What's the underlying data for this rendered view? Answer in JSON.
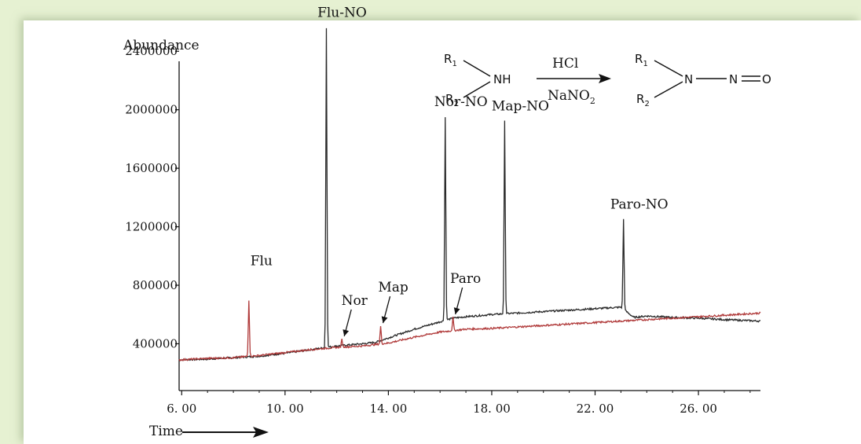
{
  "chart_data": {
    "type": "line",
    "ylabel": "Abundance",
    "xlabel": "Time",
    "x_ticks": [
      "6. 00",
      "10. 00",
      "14. 00",
      "18. 00",
      "22. 00",
      "26. 00"
    ],
    "x_tick_values": [
      6,
      10,
      14,
      18,
      22,
      26
    ],
    "y_ticks": [
      "400000",
      "800000",
      "1200000",
      "1600000",
      "2000000",
      "2400000"
    ],
    "y_tick_values": [
      400000,
      800000,
      1200000,
      1600000,
      2000000,
      2400000
    ],
    "xlim": [
      5.9,
      28.4
    ],
    "ylim": [
      80000,
      2600000
    ],
    "series": [
      {
        "color": "#2a2a2a",
        "baseline": [
          [
            5.9,
            290000
          ],
          [
            7.0,
            295000
          ],
          [
            8.0,
            305000
          ],
          [
            9.0,
            315000
          ],
          [
            10.0,
            335000
          ],
          [
            11.0,
            360000
          ],
          [
            12.0,
            385000
          ],
          [
            13.0,
            400000
          ],
          [
            13.5,
            410000
          ],
          [
            14.0,
            440000
          ],
          [
            15.0,
            500000
          ],
          [
            16.0,
            550000
          ],
          [
            16.5,
            575000
          ],
          [
            17.0,
            585000
          ],
          [
            18.0,
            600000
          ],
          [
            19.0,
            610000
          ],
          [
            20.0,
            620000
          ],
          [
            21.0,
            630000
          ],
          [
            22.0,
            640000
          ],
          [
            23.0,
            650000
          ],
          [
            23.5,
            580000
          ],
          [
            24.0,
            590000
          ],
          [
            25.0,
            580000
          ],
          [
            26.0,
            575000
          ],
          [
            27.0,
            565000
          ],
          [
            28.4,
            555000
          ]
        ],
        "peaks": [
          {
            "x": 11.6,
            "y": 2560000,
            "label": "Flu-NO"
          },
          {
            "x": 16.2,
            "y": 1950000,
            "label": "Nor-NO"
          },
          {
            "x": 18.5,
            "y": 1920000,
            "label": "Map-NO"
          },
          {
            "x": 23.1,
            "y": 1250000,
            "label": "Paro-NO"
          }
        ]
      },
      {
        "color": "#b03a3a",
        "baseline": [
          [
            5.9,
            290000
          ],
          [
            7.0,
            300000
          ],
          [
            8.0,
            305000
          ],
          [
            9.0,
            320000
          ],
          [
            10.0,
            340000
          ],
          [
            11.0,
            360000
          ],
          [
            12.0,
            375000
          ],
          [
            13.0,
            385000
          ],
          [
            14.0,
            405000
          ],
          [
            15.0,
            445000
          ],
          [
            16.0,
            480000
          ],
          [
            17.0,
            500000
          ],
          [
            18.0,
            505000
          ],
          [
            19.0,
            515000
          ],
          [
            20.0,
            525000
          ],
          [
            21.0,
            535000
          ],
          [
            22.0,
            545000
          ],
          [
            23.0,
            555000
          ],
          [
            24.0,
            565000
          ],
          [
            25.0,
            575000
          ],
          [
            26.0,
            585000
          ],
          [
            27.0,
            595000
          ],
          [
            28.4,
            610000
          ]
        ],
        "peaks": [
          {
            "x": 8.6,
            "y": 700000,
            "label": "Flu"
          },
          {
            "x": 12.2,
            "y": 430000,
            "label": "Nor"
          },
          {
            "x": 13.7,
            "y": 520000,
            "label": "Map"
          },
          {
            "x": 16.5,
            "y": 580000,
            "label": "Paro"
          }
        ]
      }
    ]
  },
  "reaction": {
    "r1_reactant": "R",
    "r1_sub": "1",
    "r2_reactant": "R",
    "r2_sub": "2",
    "amine": "NH",
    "reagent_top": "HCl",
    "reagent_bottom": "NaNO",
    "reagent_bottom_sub": "2",
    "r1_product": "R",
    "r1p_sub": "1",
    "r2_product": "R",
    "r2p_sub": "2",
    "n_product": "N",
    "n_nitroso": "N",
    "o_nitroso": "O"
  }
}
